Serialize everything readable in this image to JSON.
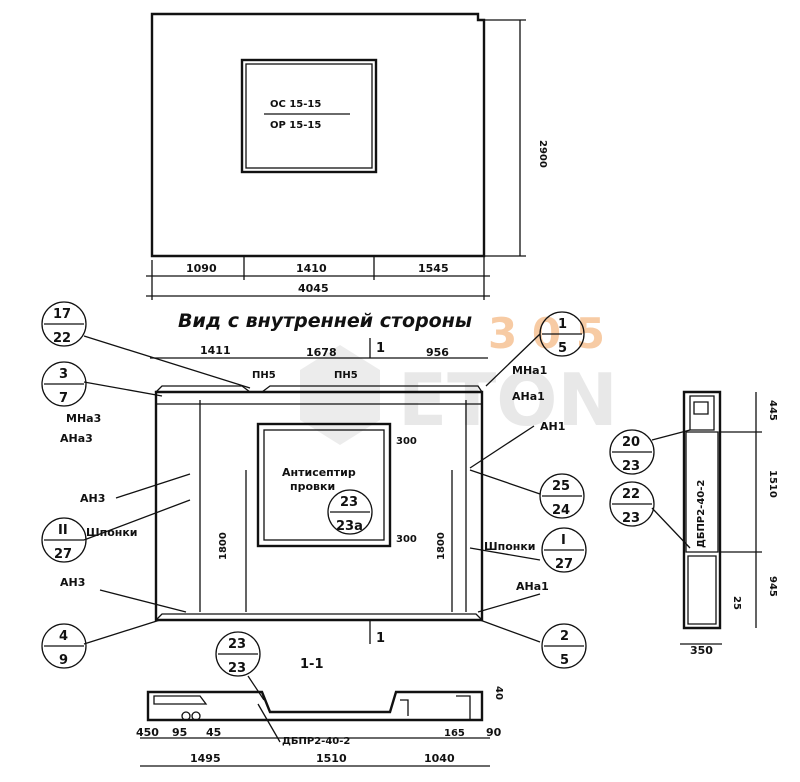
{
  "top_view": {
    "window_mark_1": "ОС 15-15",
    "window_mark_2": "ОР 15-15",
    "dim_height": "2900",
    "dim_seg_1": "1090",
    "dim_seg_2": "1410",
    "dim_seg_3": "1545",
    "dim_total": "4045"
  },
  "inner_view": {
    "title": "Вид с внутренней стороны",
    "dim_top_1": "1411",
    "dim_top_2": "1678",
    "dim_top_3": "956",
    "section_mark_top": "1",
    "section_mark_bottom": "1",
    "label_pn5_left": "ПН5",
    "label_pn5_right": "ПН5",
    "label_mna1": "МНа1",
    "label_ana1_top": "АНа1",
    "label_an1": "АН1",
    "label_mna3": "МНа3",
    "label_ana3": "АНа3",
    "label_an3_mid": "АН3",
    "label_an3_low": "АН3",
    "label_ana1_low": "АНа1",
    "label_shponki_left": "Шпонки",
    "label_shponki_right": "Шпонки",
    "antiseptic_1": "Антисептир",
    "antiseptic_2": "провки",
    "dim_300_top": "300",
    "dim_300_bottom": "300",
    "dim_1800_left": "1800",
    "dim_1800_right": "1800",
    "callouts": {
      "c17_22": {
        "num": "17",
        "den": "22"
      },
      "c3_7": {
        "num": "3",
        "den": "7"
      },
      "c1_5": {
        "num": "1",
        "den": "5"
      },
      "cII_27": {
        "num": "II",
        "den": "27"
      },
      "cI_27": {
        "num": "I",
        "den": "27"
      },
      "c25_24": {
        "num": "25",
        "den": "24"
      },
      "c23_23a": {
        "num": "23",
        "den": "23а"
      },
      "c4_9": {
        "num": "4",
        "den": "9"
      },
      "c2_5": {
        "num": "2",
        "den": "5"
      }
    }
  },
  "section_view": {
    "title": "1-1",
    "dim_445": "445",
    "dim_1510": "1510",
    "dim_945": "945",
    "dim_25": "25",
    "dim_350": "350",
    "mark_lintel": "ДБПР2-40-2",
    "callouts": {
      "c20_23": {
        "num": "20",
        "den": "23"
      },
      "c22_23": {
        "num": "22",
        "den": "23"
      }
    }
  },
  "plan_view": {
    "dim_450": "450",
    "dim_95": "95",
    "dim_45": "45",
    "dim_40": "40",
    "dim_165": "165",
    "dim_90": "90",
    "dim_1495": "1495",
    "dim_1510": "1510",
    "dim_1040": "1040",
    "mark_lintel": "ДБПР2-40-2",
    "callouts": {
      "c23_23": {
        "num": "23",
        "den": "23"
      }
    }
  },
  "watermark": {
    "line1": "3 0 5",
    "line2": "ETON",
    "color_orange": "#f2a15a",
    "color_gray": "#d9d9d9"
  }
}
